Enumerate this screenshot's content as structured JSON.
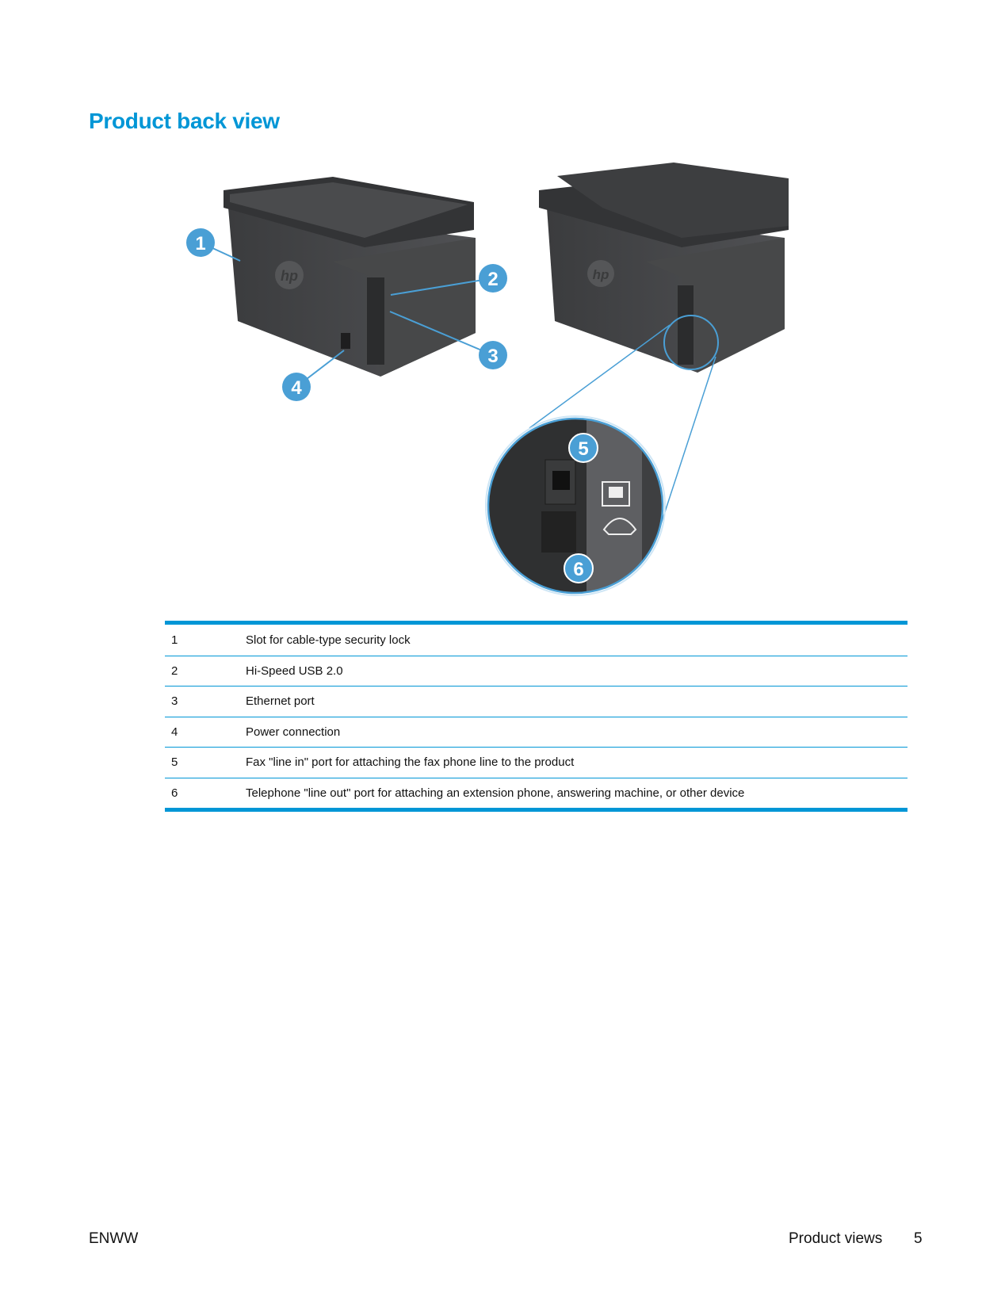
{
  "page": {
    "title": "Product back view",
    "callout_color": "#4a9fd5",
    "accent": "#0096d6"
  },
  "figure": {
    "callouts": [
      "1",
      "2",
      "3",
      "4",
      "5",
      "6"
    ],
    "logo_text": "hp"
  },
  "table": {
    "rows": [
      {
        "num": "1",
        "desc": "Slot for cable-type security lock"
      },
      {
        "num": "2",
        "desc": "Hi-Speed USB 2.0"
      },
      {
        "num": "3",
        "desc": "Ethernet port"
      },
      {
        "num": "4",
        "desc": "Power connection"
      },
      {
        "num": "5",
        "desc": "Fax \"line in\" port for attaching the fax phone line to the product"
      },
      {
        "num": "6",
        "desc": "Telephone \"line out\" port for attaching an extension phone, answering machine, or other device"
      }
    ]
  },
  "footer": {
    "left": "ENWW",
    "section": "Product views",
    "page_number": "5"
  }
}
